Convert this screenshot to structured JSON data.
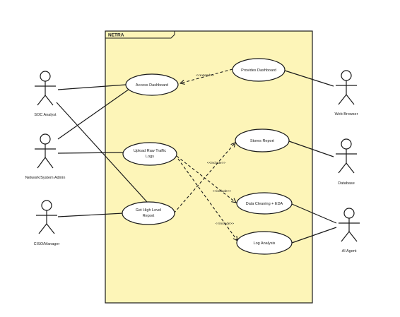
{
  "system": {
    "title": "NETRA"
  },
  "actors": {
    "soc_analyst": "SOC Analyst",
    "network_admin": "Network/System Admin",
    "ciso": "CISO/Manager",
    "web_browser": "Web Browser",
    "database": "Database",
    "ai_agent": "AI Agent"
  },
  "use_cases": {
    "access_dashboard": "Access Dashboard",
    "provides_dashboard": "Provides Dashboard",
    "upload_logs_line1": "Upload Raw Traffic",
    "upload_logs_line2": "Logs",
    "stores_report": "Stores Report",
    "get_report_line1": "Get High Level",
    "get_report_line2": "Report",
    "data_cleaning": "Data Cleaning + EDA",
    "log_analysis": "Log Analysis"
  },
  "relations": {
    "extends": "<<extend>>",
    "includes_1": "<<include>>",
    "includes_2": "<<include>>",
    "includes_3": "<<include>>"
  },
  "colors": {
    "system_fill": "#fdf5b8",
    "stroke": "#1a1a1a"
  }
}
